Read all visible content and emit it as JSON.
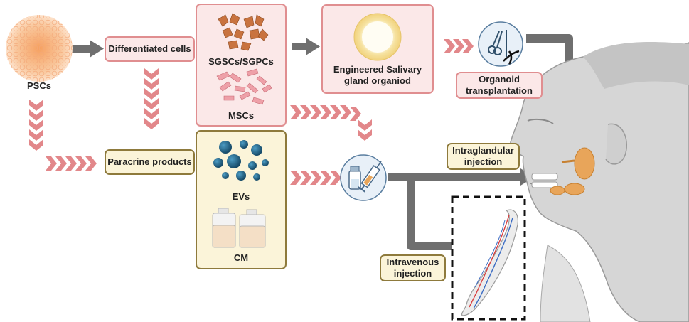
{
  "labels": {
    "pscs": "PSCs",
    "differentiated_cells": "Differentiated cells",
    "sgscs_sgpcs": "SGSCs/SGPCs",
    "mscs": "MSCs",
    "paracrine_products": "Paracrine products",
    "evs": "EVs",
    "cm": "CM",
    "engineered_organoid": "Engineered Salivary\ngland organiod",
    "organoid_transplantation": "Organoid\ntransplantation",
    "intraglandular_injection": "Intraglandular\ninjection",
    "intravenous_injection": "Intravenous\ninjection"
  },
  "colors": {
    "pink_border": "#e08e90",
    "pink_fill": "#fbe8e8",
    "tan_border": "#8e7a3c",
    "tan_fill": "#fbf4d9",
    "gray_arrow": "#6f6f6f",
    "chevron": "#e2878a",
    "gland": "#e8a55a",
    "ev": "#1f5f82"
  }
}
